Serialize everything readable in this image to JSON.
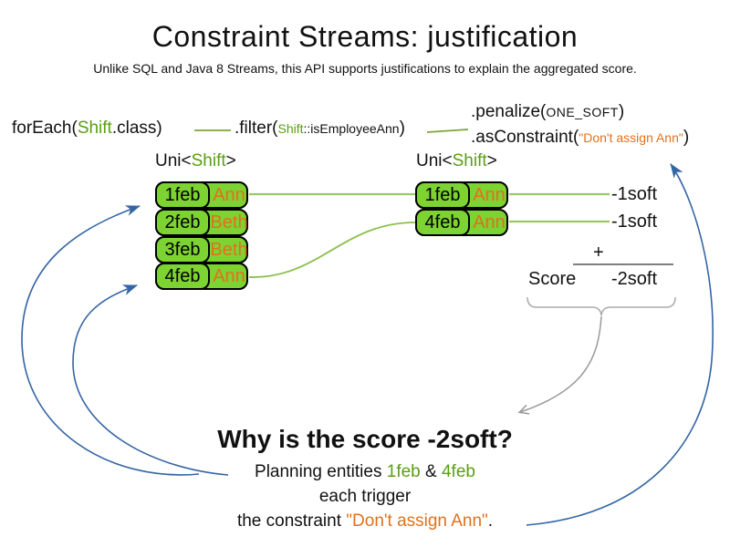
{
  "title": "Constraint Streams: justification",
  "subtitle": "Unlike SQL and Java 8 Streams, this API supports justifications to explain the aggregated score.",
  "colors": {
    "entity_fill_green": "#7cd332",
    "code_green": "#5a9e14",
    "constraint_orange": "#e0711c",
    "arrow_blue": "#3465a4",
    "connector_green": "#9cc965",
    "sum_gray": "#808080"
  },
  "code": {
    "foreach": {
      "pre": "forEach(",
      "cls": "Shift",
      "post": ".class)"
    },
    "filter": {
      "pre": ".filter(",
      "cls": "Shift",
      "method": "::isEmployeeAnn",
      "post": ")"
    },
    "penalize": {
      "pre": ".penalize(",
      "arg": "ONE_SOFT",
      "post": ")"
    },
    "as_constraint": {
      "pre": ".asConstraint(",
      "arg": "\"Don't assign Ann\"",
      "post": ")"
    }
  },
  "left_stream": {
    "type": {
      "pre": "Uni<",
      "param": "Shift",
      "post": ">"
    },
    "rows": [
      {
        "date": "1feb",
        "employee": "Ann"
      },
      {
        "date": "2feb",
        "employee": "Beth"
      },
      {
        "date": "3feb",
        "employee": "Beth"
      },
      {
        "date": "4feb",
        "employee": "Ann"
      }
    ]
  },
  "right_stream": {
    "type": {
      "pre": "Uni<",
      "param": "Shift",
      "post": ">"
    },
    "rows": [
      {
        "date": "1feb",
        "employee": "Ann"
      },
      {
        "date": "4feb",
        "employee": "Ann"
      }
    ]
  },
  "penalties": {
    "items": [
      "-1soft",
      "-1soft"
    ],
    "plus": "+",
    "score_label": "Score",
    "total": "-2soft"
  },
  "why": {
    "heading": "Why is the score -2soft?",
    "line1": {
      "pre": "Planning entities ",
      "entity1": "1feb",
      "mid": " & ",
      "entity2": "4feb"
    },
    "line2": "each trigger",
    "line3": {
      "pre": "the constraint ",
      "constraint": "\"Don't assign Ann\"",
      "post": "."
    }
  }
}
